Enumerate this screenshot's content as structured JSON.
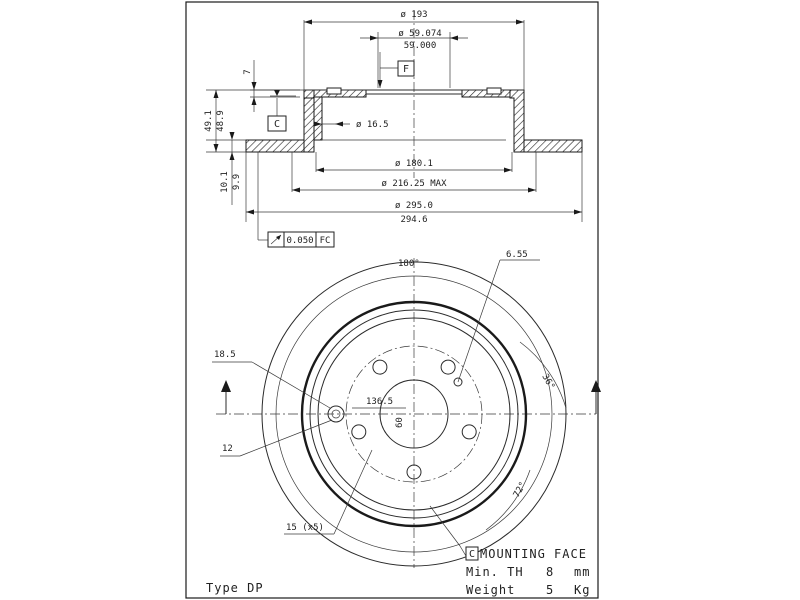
{
  "drawing": {
    "type_label": "Type DP",
    "section": {
      "dim_overall_dia": "ø 193",
      "dim_hub_dia_max": "ø 59.074",
      "dim_hub_dia_min": "59.000",
      "datum_f": "F",
      "datum_c": "C",
      "dim_depth_7": "7",
      "dim_height_max": "49.1",
      "dim_height_min": "48.9",
      "dim_hole_165": "ø 16.5",
      "dim_thick_max": "10.1",
      "dim_thick_min": "9.9",
      "dim_dia_1801": "ø 180.1",
      "dim_dia_21625": "ø 216.25 MAX",
      "dim_dia_2950": "ø 295.0",
      "dim_dia_2946": "294.6",
      "tolerance_value": "0.050",
      "tolerance_ref": "FC"
    },
    "plan": {
      "angle_180": "180°",
      "dim_655": "6.55",
      "dim_36": "36°",
      "dim_185": "18.5",
      "pcd": "136.5",
      "dim_60": "60",
      "dim_12": "12",
      "dim_72": "72°",
      "holes": "15 (x5)"
    },
    "notes": {
      "mounting_face_tag": "C",
      "mounting_face": "MOUNTING FACE",
      "min_th_label": "Min. TH",
      "min_th_value": "8",
      "min_th_unit": "mm",
      "weight_label": "Weight",
      "weight_value": "5",
      "weight_unit": "Kg"
    }
  }
}
